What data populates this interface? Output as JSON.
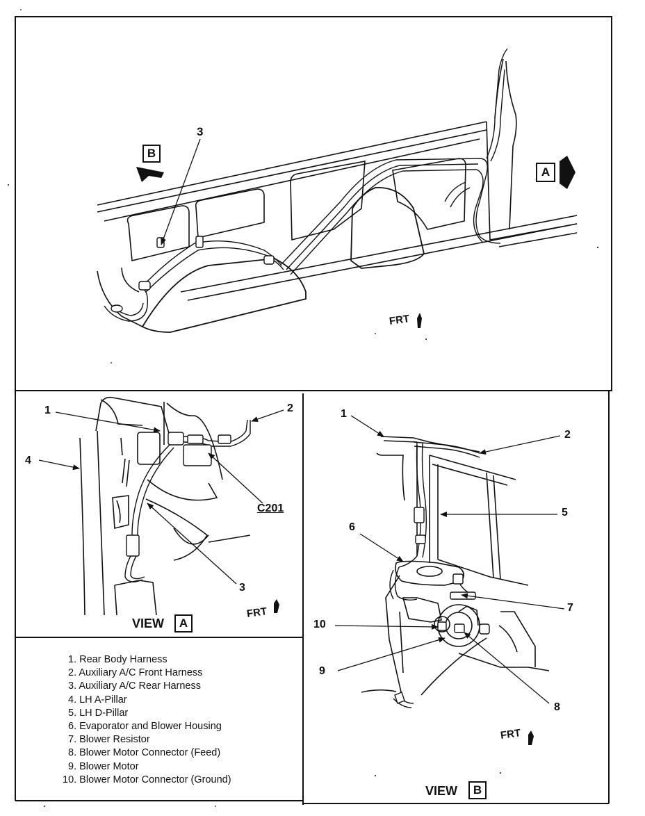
{
  "main_view": {
    "callout_3": "3",
    "view_marker_b": "B",
    "view_marker_a": "A",
    "frt": "FRT"
  },
  "view_a": {
    "callouts": {
      "c1": "1",
      "c2": "2",
      "c3": "3",
      "c4": "4"
    },
    "connector": "C201",
    "view_word": "VIEW",
    "view_letter": "A",
    "frt": "FRT"
  },
  "view_b": {
    "callouts": {
      "c1": "1",
      "c2": "2",
      "c5": "5",
      "c6": "6",
      "c7": "7",
      "c8": "8",
      "c9": "9",
      "c10": "10"
    },
    "view_word": "VIEW",
    "view_letter": "B",
    "frt": "FRT"
  },
  "legend": [
    "1. Rear Body Harness",
    "2. Auxiliary A/C Front Harness",
    "3. Auxiliary A/C Rear Harness",
    "4. LH A-Pillar",
    "5. LH D-Pillar",
    "6. Evaporator and Blower Housing",
    "7. Blower Resistor",
    "8. Blower Motor Connector (Feed)",
    "9. Blower Motor",
    "10. Blower Motor Connector (Ground)"
  ]
}
